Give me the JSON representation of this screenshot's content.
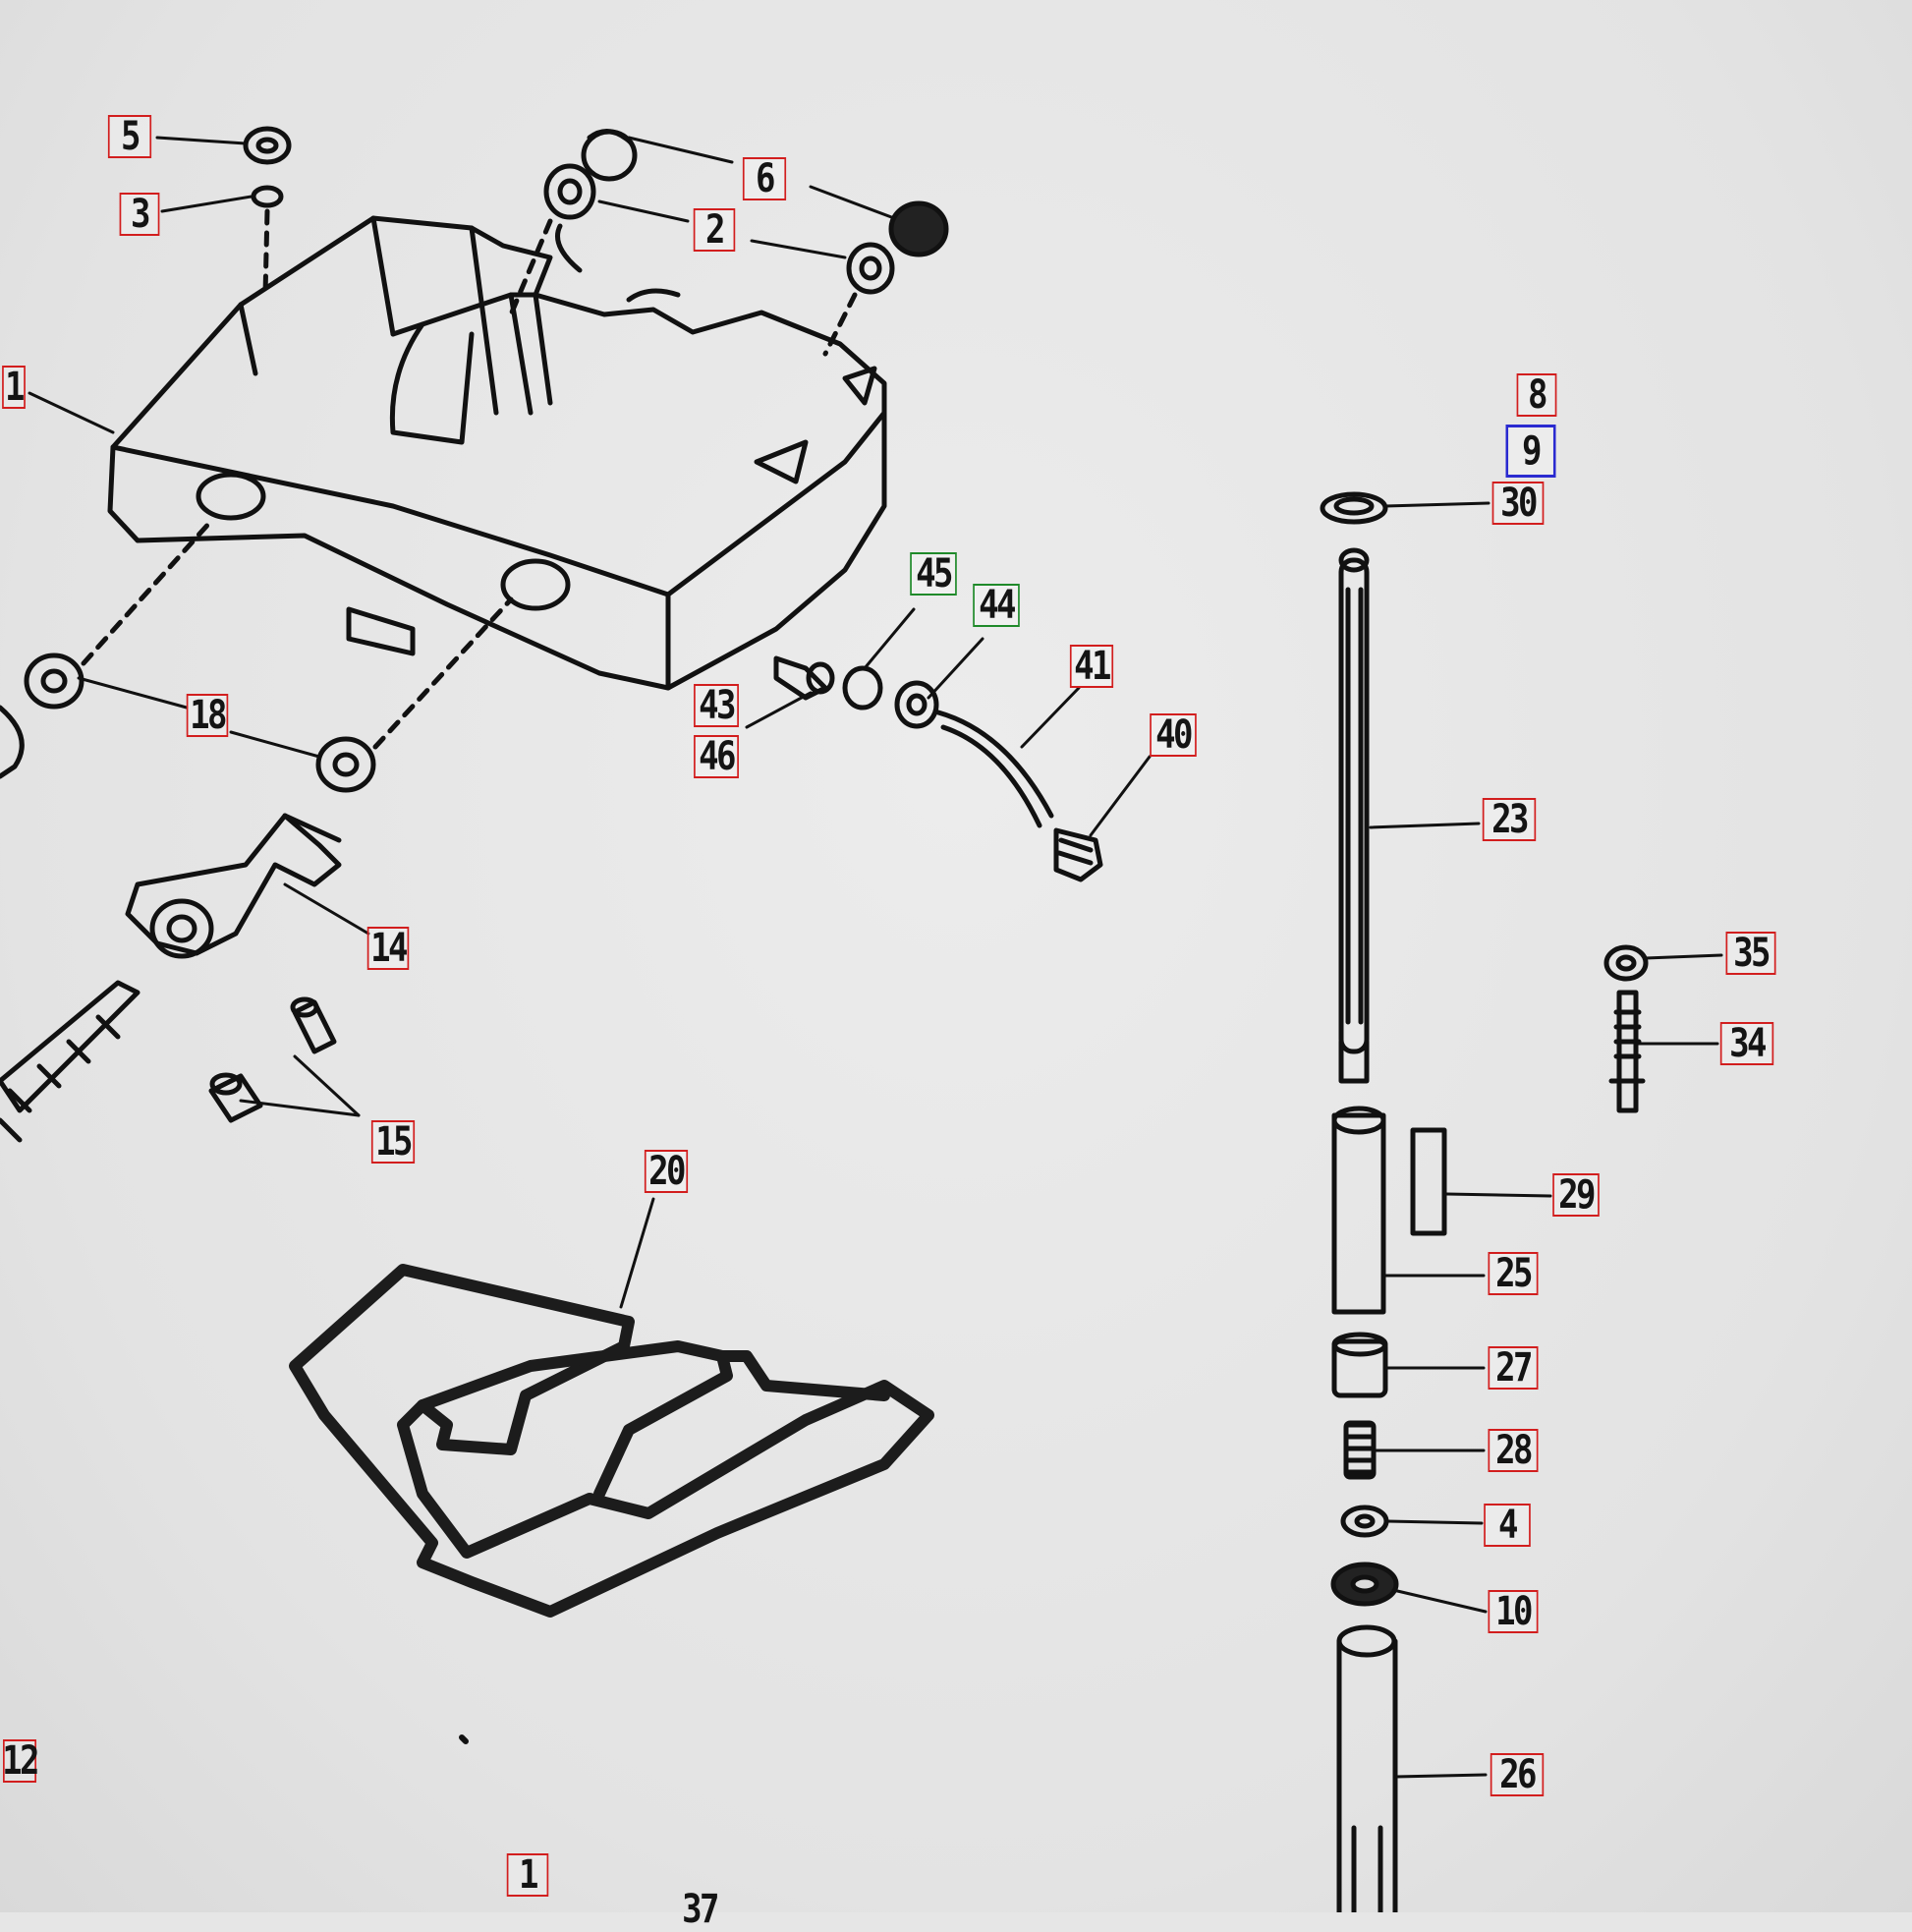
{
  "callouts": [
    {
      "id": "c5a",
      "label": "5",
      "border": "red"
    },
    {
      "id": "c3a",
      "label": "3",
      "border": "red"
    },
    {
      "id": "c6",
      "label": "6",
      "border": "red"
    },
    {
      "id": "c2",
      "label": "2",
      "border": "red"
    },
    {
      "id": "c1a",
      "label": "1",
      "border": "red"
    },
    {
      "id": "c18",
      "label": "18",
      "border": "red"
    },
    {
      "id": "c14",
      "label": "14",
      "border": "red"
    },
    {
      "id": "c15",
      "label": "15",
      "border": "red"
    },
    {
      "id": "c20",
      "label": "20",
      "border": "red"
    },
    {
      "id": "c45",
      "label": "45",
      "border": "green"
    },
    {
      "id": "c44",
      "label": "44",
      "border": "green"
    },
    {
      "id": "c41",
      "label": "41",
      "border": "red"
    },
    {
      "id": "c40",
      "label": "40",
      "border": "red"
    },
    {
      "id": "c43",
      "label": "43",
      "border": "red"
    },
    {
      "id": "c46",
      "label": "46",
      "border": "red"
    },
    {
      "id": "c8",
      "label": "8",
      "border": "red"
    },
    {
      "id": "c9",
      "label": "9",
      "border": "blue"
    },
    {
      "id": "c30",
      "label": "30",
      "border": "red"
    },
    {
      "id": "c23",
      "label": "23",
      "border": "red"
    },
    {
      "id": "c35",
      "label": "35",
      "border": "red"
    },
    {
      "id": "c34",
      "label": "34",
      "border": "red"
    },
    {
      "id": "c29",
      "label": "29",
      "border": "red"
    },
    {
      "id": "c25",
      "label": "25",
      "border": "red"
    },
    {
      "id": "c27",
      "label": "27",
      "border": "red"
    },
    {
      "id": "c28",
      "label": "28",
      "border": "red"
    },
    {
      "id": "c4",
      "label": "4",
      "border": "red"
    },
    {
      "id": "c10",
      "label": "10",
      "border": "red"
    },
    {
      "id": "c26",
      "label": "26",
      "border": "red"
    },
    {
      "id": "c12",
      "label": "12",
      "border": "red"
    },
    {
      "id": "c1b",
      "label": "1",
      "border": "red"
    },
    {
      "id": "c37",
      "label": "37",
      "border": "none"
    }
  ]
}
